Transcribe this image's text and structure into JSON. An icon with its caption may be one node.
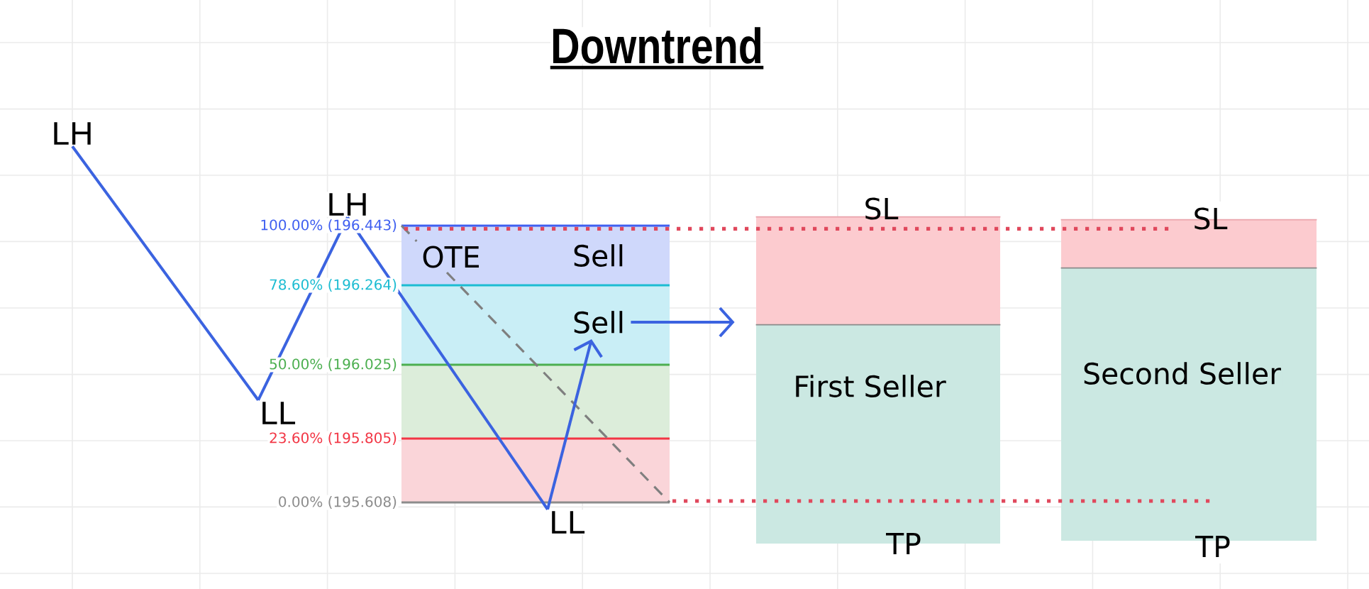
{
  "diagram": {
    "title": "Downtrend",
    "nodes": [
      {
        "text": [
          "LH"
        ]
      },
      {
        "text": [
          "LL"
        ]
      },
      {
        "text": [
          "LH"
        ]
      },
      {
        "text": [
          "LL"
        ]
      },
      {
        "text": [
          "Sell"
        ]
      },
      {
        "text": [
          "SL"
        ]
      },
      {
        "text": [
          "First Seller",
          "TP"
        ]
      },
      {
        "text": [
          "SL"
        ]
      },
      {
        "text": [
          "Second Seller",
          "TP"
        ]
      }
    ],
    "edges": [
      {
        "from": 0,
        "to": 1,
        "arrow": "none"
      },
      {
        "from": 1,
        "to": 2,
        "arrow": "none"
      },
      {
        "from": 2,
        "to": 3,
        "arrow": "none"
      },
      {
        "from": 3,
        "to": 4,
        "arrow": "to"
      },
      {
        "from": 4,
        "to": 6,
        "arrow": "to"
      }
    ],
    "labels": [
      "100.00% (196.443)",
      "OTE",
      "Sell",
      "78.60% (196.264)",
      "50.00% (196.025)",
      "23.60% (195.805)",
      "0.00% (195.608)"
    ]
  }
}
